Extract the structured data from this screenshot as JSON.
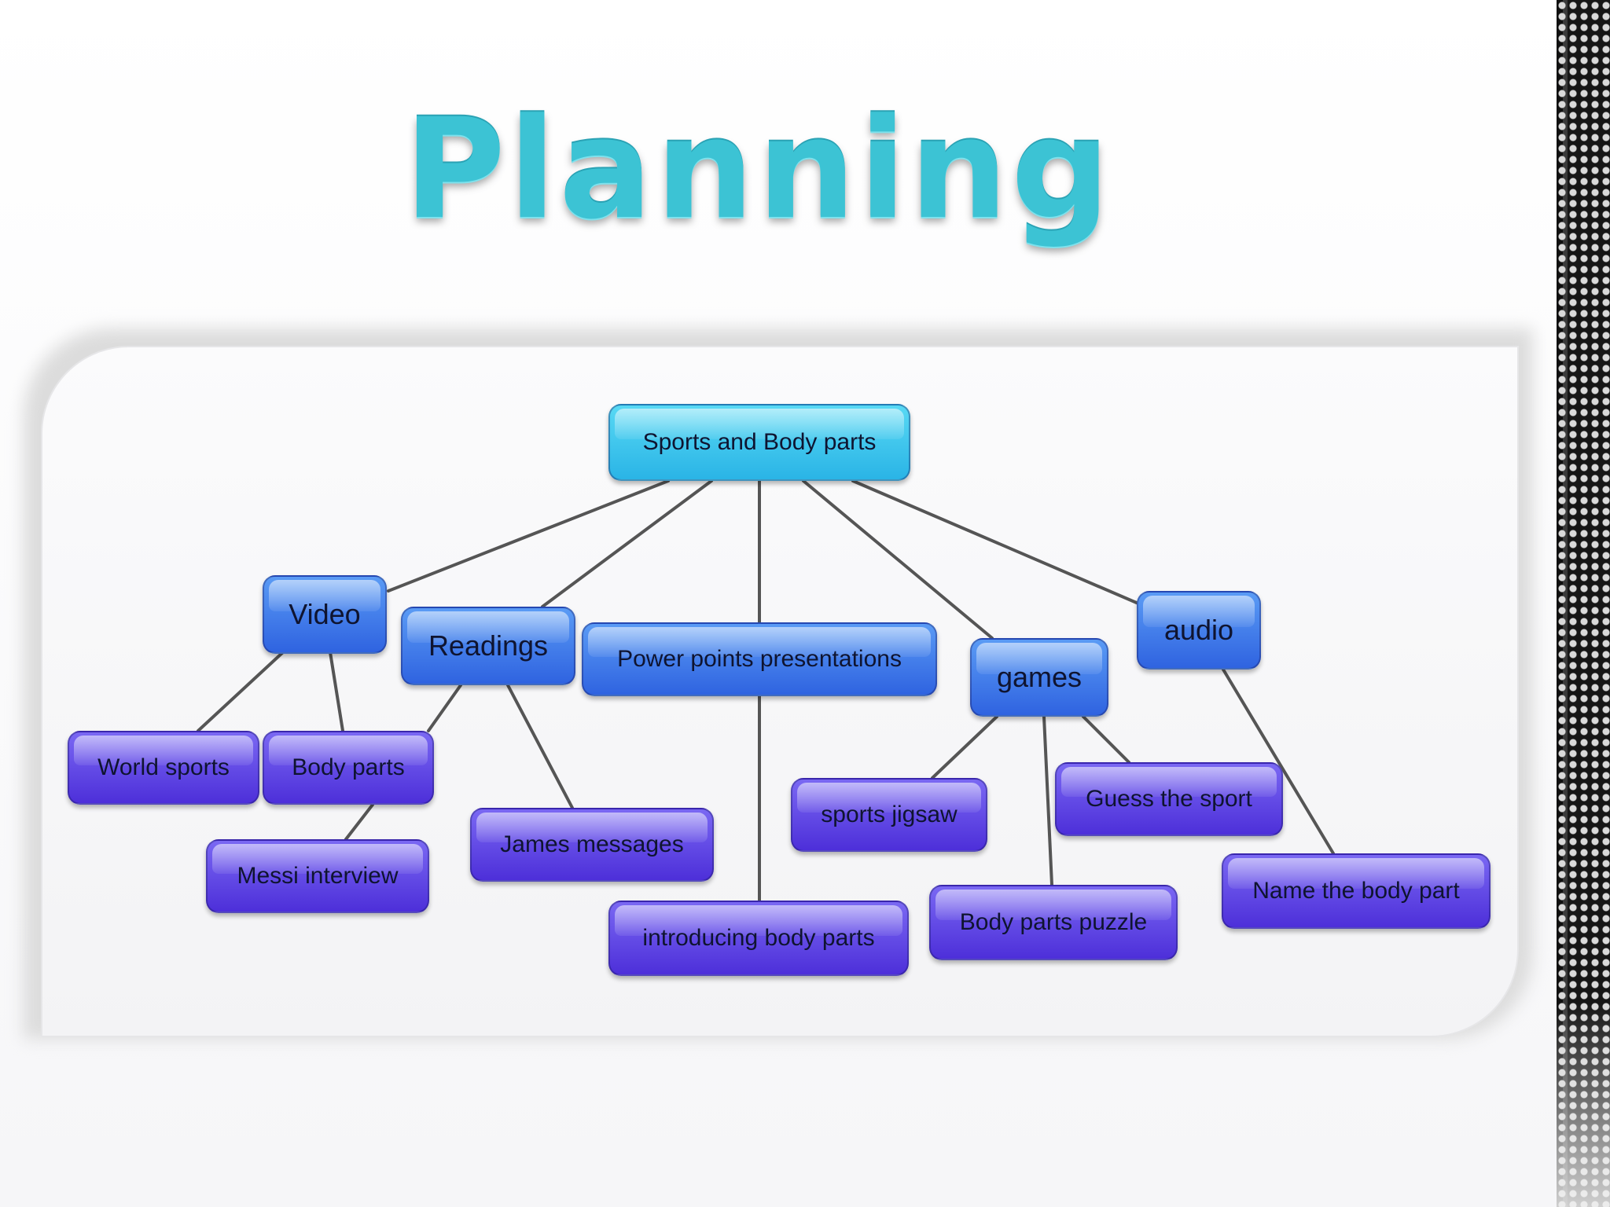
{
  "title": "Planning",
  "mindmap": {
    "root": "Sports and Body parts",
    "branches": {
      "video": "Video",
      "readings": "Readings",
      "powerpoints": "Power points presentations",
      "games": "games",
      "audio": "audio"
    },
    "leaves": {
      "world_sports": "World sports",
      "body_parts": "Body parts",
      "messi_interview": "Messi interview",
      "james_messages": "James messages",
      "introducing_body_parts": "introducing body parts",
      "sports_jigsaw": "sports jigsaw",
      "guess_the_sport": "Guess the sport",
      "body_parts_puzzle": "Body parts puzzle",
      "name_the_body_part": "Name the body part"
    }
  },
  "colors": {
    "title": "#3cc3d4",
    "root_node": "#2ab4e6",
    "branch_node": "#2f63e0",
    "leaf_node": "#4d2fd9",
    "connector": "#555555"
  }
}
